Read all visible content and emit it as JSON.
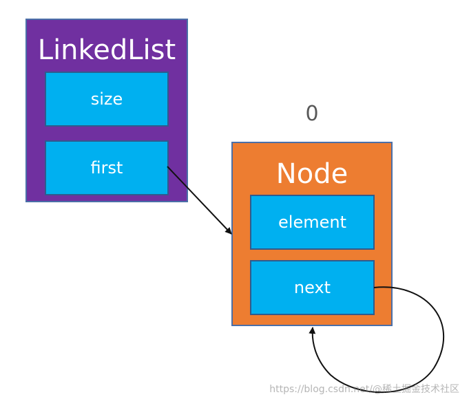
{
  "linkedlist": {
    "title": "LinkedList",
    "fields": {
      "size": "size",
      "first": "first"
    }
  },
  "node": {
    "index": "0",
    "title": "Node",
    "fields": {
      "element": "element",
      "next": "next"
    }
  },
  "watermark": "https://blog.csdn.net/@稀土掘金技术社区",
  "colors": {
    "linkedlist_bg": "#7030a0",
    "node_bg": "#ed7d31",
    "field_bg": "#00b0f0",
    "text": "#ffffff",
    "index_text": "#595959"
  }
}
